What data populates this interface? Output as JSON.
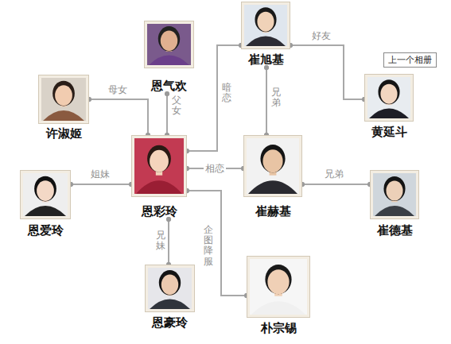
{
  "diagram": {
    "nodes": [
      {
        "text": [
          "恩气欢"
        ]
      },
      {
        "text": [
          "崔旭基"
        ]
      },
      {
        "text": [
          "上一个相册"
        ]
      },
      {
        "text": [
          "许淑姬"
        ]
      },
      {
        "text": [
          "黄延斗"
        ]
      },
      {
        "text": [
          "恩彩玲"
        ]
      },
      {
        "text": [
          "崔赫基"
        ]
      },
      {
        "text": [
          "恩爱玲"
        ]
      },
      {
        "text": [
          "崔德基"
        ]
      },
      {
        "text": [
          "恩豪玲"
        ]
      },
      {
        "text": [
          "朴宗锡"
        ]
      }
    ],
    "edges": [
      {
        "from": 3,
        "to": 5,
        "label": "母女",
        "arrow": "none"
      },
      {
        "from": 0,
        "to": 5,
        "label": "父女",
        "arrow": "none"
      },
      {
        "from": 1,
        "to": 5,
        "label": "暗恋",
        "arrow": "none"
      },
      {
        "from": 1,
        "to": 4,
        "label": "好友",
        "arrow": "none"
      },
      {
        "from": 1,
        "to": 6,
        "label": "兄弟",
        "arrow": "none"
      },
      {
        "from": 5,
        "to": 6,
        "label": "相恋",
        "arrow": "none"
      },
      {
        "from": 6,
        "to": 8,
        "label": "兄弟",
        "arrow": "none"
      },
      {
        "from": 5,
        "to": 7,
        "label": "姐妹",
        "arrow": "none"
      },
      {
        "from": 5,
        "to": 9,
        "label": "兄妹",
        "arrow": "none"
      },
      {
        "from": 5,
        "to": 10,
        "label": "企图降服",
        "arrow": "none"
      }
    ]
  }
}
